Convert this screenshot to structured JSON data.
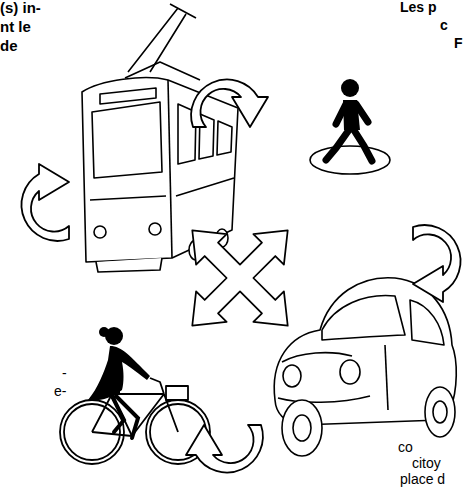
{
  "diagram": {
    "labels": [
      "(s) in-",
      "nt le",
      "de",
      "Les p",
      "c",
      "F",
      "-",
      "e-",
      "co",
      "citoy",
      "place d"
    ]
  }
}
